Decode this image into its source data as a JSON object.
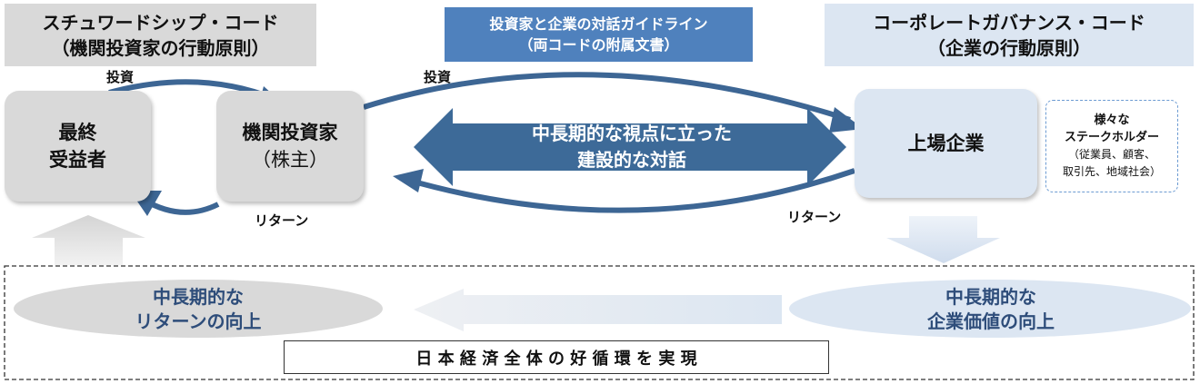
{
  "headers": {
    "stewardship": {
      "line1": "スチュワードシップ・コード",
      "line2": "（機関投資家の行動原則）"
    },
    "guideline": {
      "line1": "投資家と企業の対話ガイドライン",
      "line2": "（両コードの附属文書）"
    },
    "governance": {
      "line1": "コーポレートガバナンス・コード",
      "line2": "（企業の行動原則）"
    }
  },
  "nodes": {
    "beneficiary": {
      "line1": "最終",
      "line2": "受益者"
    },
    "investor": {
      "line1": "機関投資家",
      "line2": "（株主）"
    },
    "company": {
      "label": "上場企業"
    },
    "stakeholders": {
      "line1": "様々な",
      "line2": "ステークホルダー",
      "line3": "（従業員、顧客、",
      "line4": "取引先、地域社会）"
    }
  },
  "flows": {
    "invest_left": "投資",
    "return_left": "リターン",
    "invest_right": "投資",
    "return_right": "リターン"
  },
  "dialogue": {
    "line1": "中長期的な視点に立った",
    "line2": "建設的な対話"
  },
  "outcomes": {
    "return": {
      "line1": "中長期的な",
      "line2": "リターンの向上"
    },
    "value": {
      "line1": "中長期的な",
      "line2": "企業価値の向上"
    }
  },
  "footer": "日 本 経 済 全 体 の 好 循 環 を 実 現",
  "colors": {
    "navy": "#3d6694",
    "blue": "#4f81bd",
    "gray": "#d9d9d9",
    "lightblue": "#dce6f2",
    "text_blue": "#2e4d7a"
  }
}
